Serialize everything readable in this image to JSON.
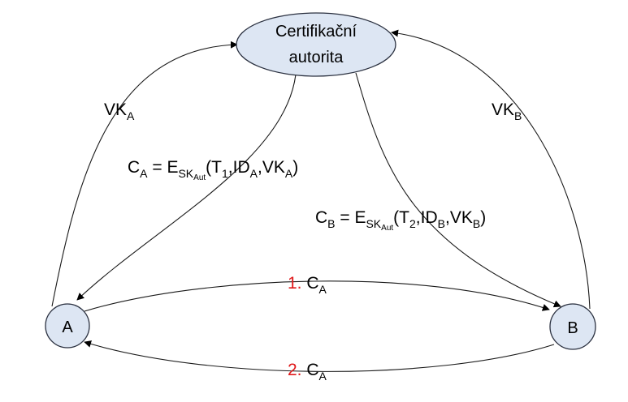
{
  "nodes": {
    "authority": {
      "line1": "Certifikační",
      "line2": "autorita"
    },
    "a": {
      "label": "A"
    },
    "b": {
      "label": "B"
    }
  },
  "edges": {
    "vk_a": {
      "main": "VK",
      "sub": "A"
    },
    "vk_b": {
      "main": "VK",
      "sub": "B"
    },
    "cert_a": {
      "c": "C",
      "c_sub": "A",
      "eq": " = E",
      "key_sub": "SK",
      "key_subsub": "Aut",
      "open": "(T",
      "t_sub": "1",
      "comma_id": ",ID",
      "id_sub": "A",
      "comma_vk": ",VK",
      "vk_sub": "A",
      "close": ")"
    },
    "cert_b": {
      "c": "C",
      "c_sub": "B",
      "eq": " = E",
      "key_sub": "SK",
      "key_subsub": "Aut",
      "open": "(T",
      "t_sub": "2",
      "comma_id": ",ID",
      "id_sub": "B",
      "comma_vk": ",VK",
      "vk_sub": "B",
      "close": ")"
    },
    "step1": {
      "num": "1.",
      "main": " C",
      "sub": "A"
    },
    "step2": {
      "num": "2.",
      "main": " C",
      "sub": "A"
    }
  },
  "colors": {
    "node_fill": "#dde6f3",
    "node_stroke": "#2b3140",
    "step_number": "#e0191b"
  }
}
